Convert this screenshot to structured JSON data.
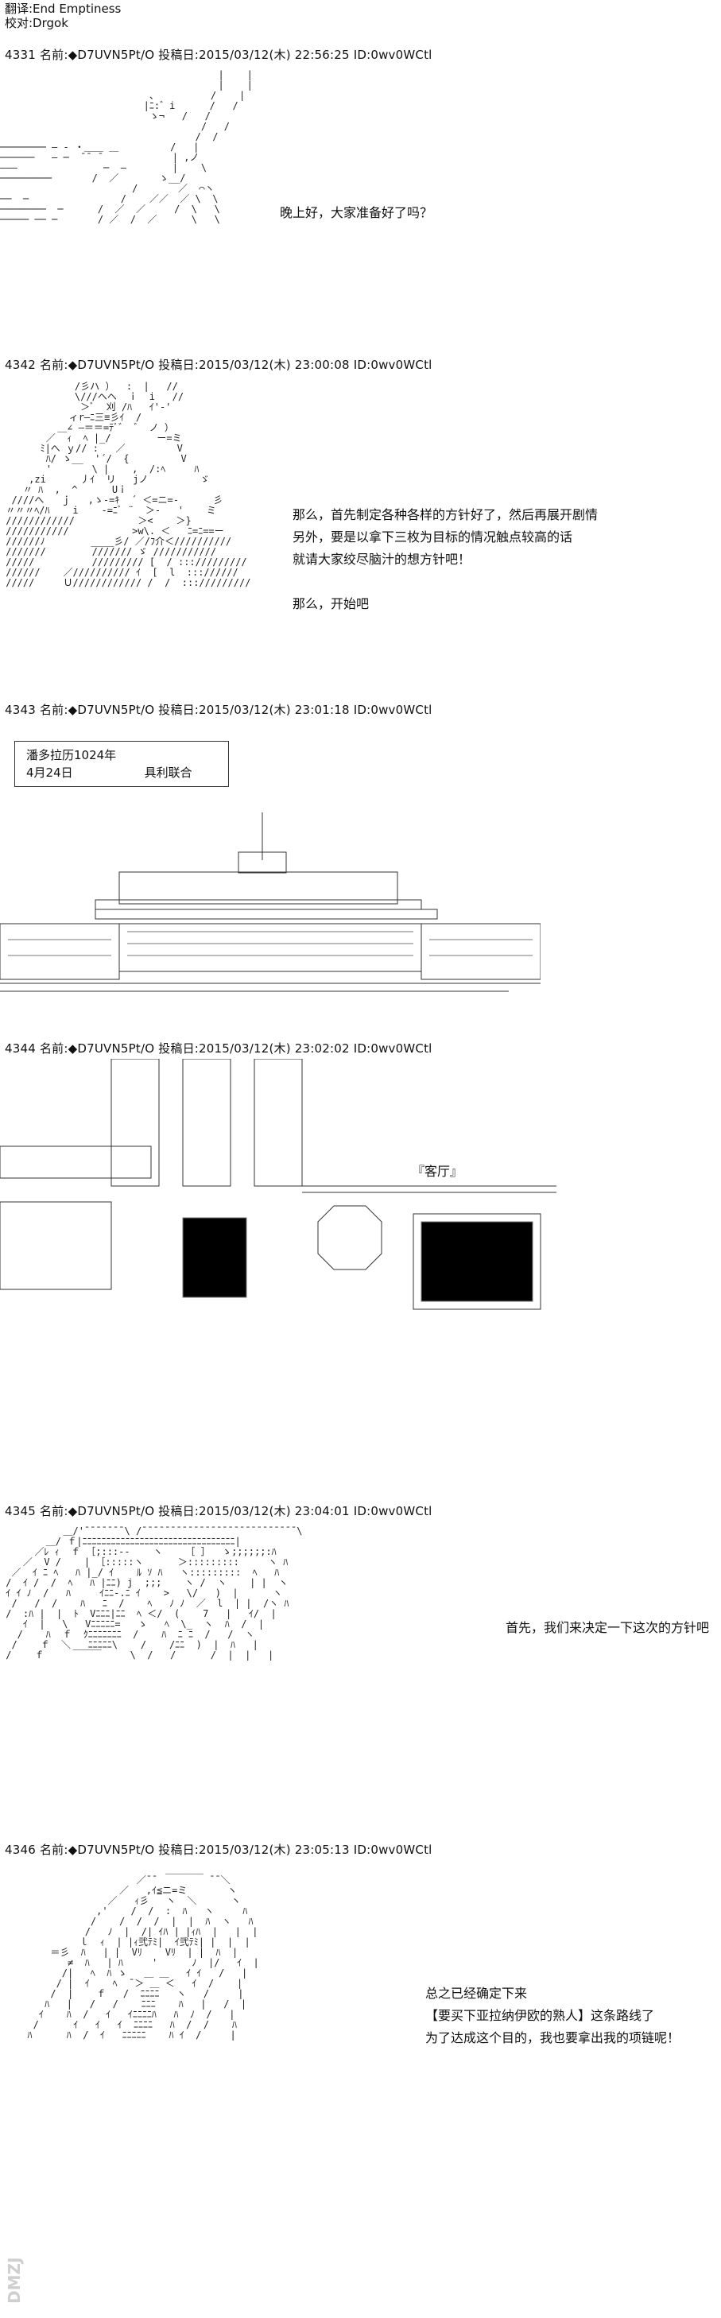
{
  "credits": {
    "translator": "翻译:End Emptiness",
    "proofreader": "校对:Drgok"
  },
  "posts": [
    {
      "header": "4331 名前:◆D7UVN5Pt/O 投稿日:2015/03/12(木) 22:56:25 ID:0wv0WCtl",
      "lines": [
        "晚上好，大家准备好了吗？"
      ]
    },
    {
      "header": "4342 名前:◆D7UVN5Pt/O 投稿日:2015/03/12(木) 23:00:08 ID:0wv0WCtl",
      "lines": [
        "那么，首先制定各种各样的方针好了，然后再展开剧情",
        "另外，要是以拿下三枚为目标的情况触点较高的话",
        "就请大家绞尽脑汁的想方针吧！",
        "",
        "那么，开始吧"
      ]
    },
    {
      "header": "4343 名前:◆D7UVN5Pt/O 投稿日:2015/03/12(木) 23:01:18 ID:0wv0WCtl",
      "box_line1": "潘多拉历1024年",
      "box_line2": "4月24日　　　　　　具利联合"
    },
    {
      "header": "4344 名前:◆D7UVN5Pt/O 投稿日:2015/03/12(木) 23:02:02 ID:0wv0WCtl",
      "lines": [
        "『客厅』"
      ]
    },
    {
      "header": "4345 名前:◆D7UVN5Pt/O 投稿日:2015/03/12(木) 23:04:01 ID:0wv0WCtl",
      "lines": [
        "首先，我们来决定一下这次的方针吧"
      ]
    },
    {
      "header": "4346 名前:◆D7UVN5Pt/O 投稿日:2015/03/12(木) 23:05:13 ID:0wv0WCtl",
      "lines": [
        "总之已经确定下来",
        "【要买下亚拉纳伊欧的熟人】这条路线了",
        "为了达成这个目的，我也要拿出我的项链呢！"
      ]
    }
  ],
  "watermark": "DMZJ"
}
